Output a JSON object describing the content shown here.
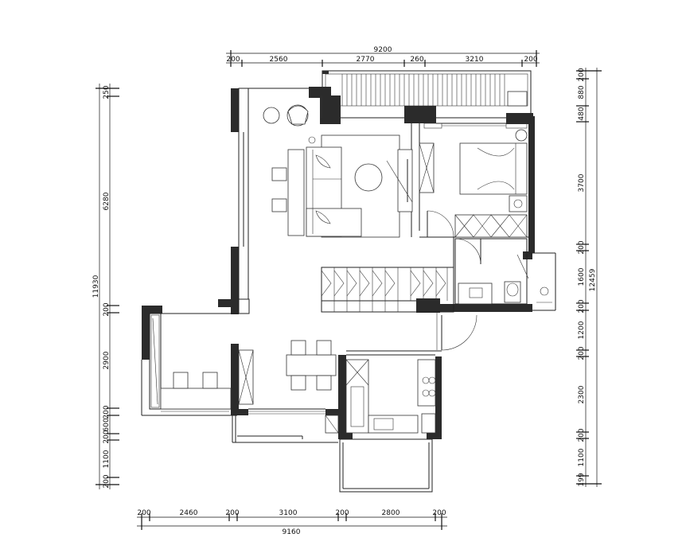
{
  "plan": {
    "dims_top": [
      "200",
      "2560",
      "2770",
      "260",
      "3210",
      "200"
    ],
    "dim_top_total": "9200",
    "dims_bottom": [
      "200",
      "2460",
      "200",
      "3100",
      "200",
      "2800",
      "200"
    ],
    "dim_bottom_total": "9160",
    "dims_left": [
      "250",
      "6280",
      "200",
      "2900",
      "200",
      "600",
      "200",
      "1100",
      "200"
    ],
    "dim_left_total": "11930",
    "dims_right": [
      "200",
      "880",
      "480",
      "3700",
      "200",
      "1600",
      "200",
      "1200",
      "200",
      "2300",
      "200",
      "1100",
      "199"
    ],
    "dim_right_total": "12459"
  }
}
